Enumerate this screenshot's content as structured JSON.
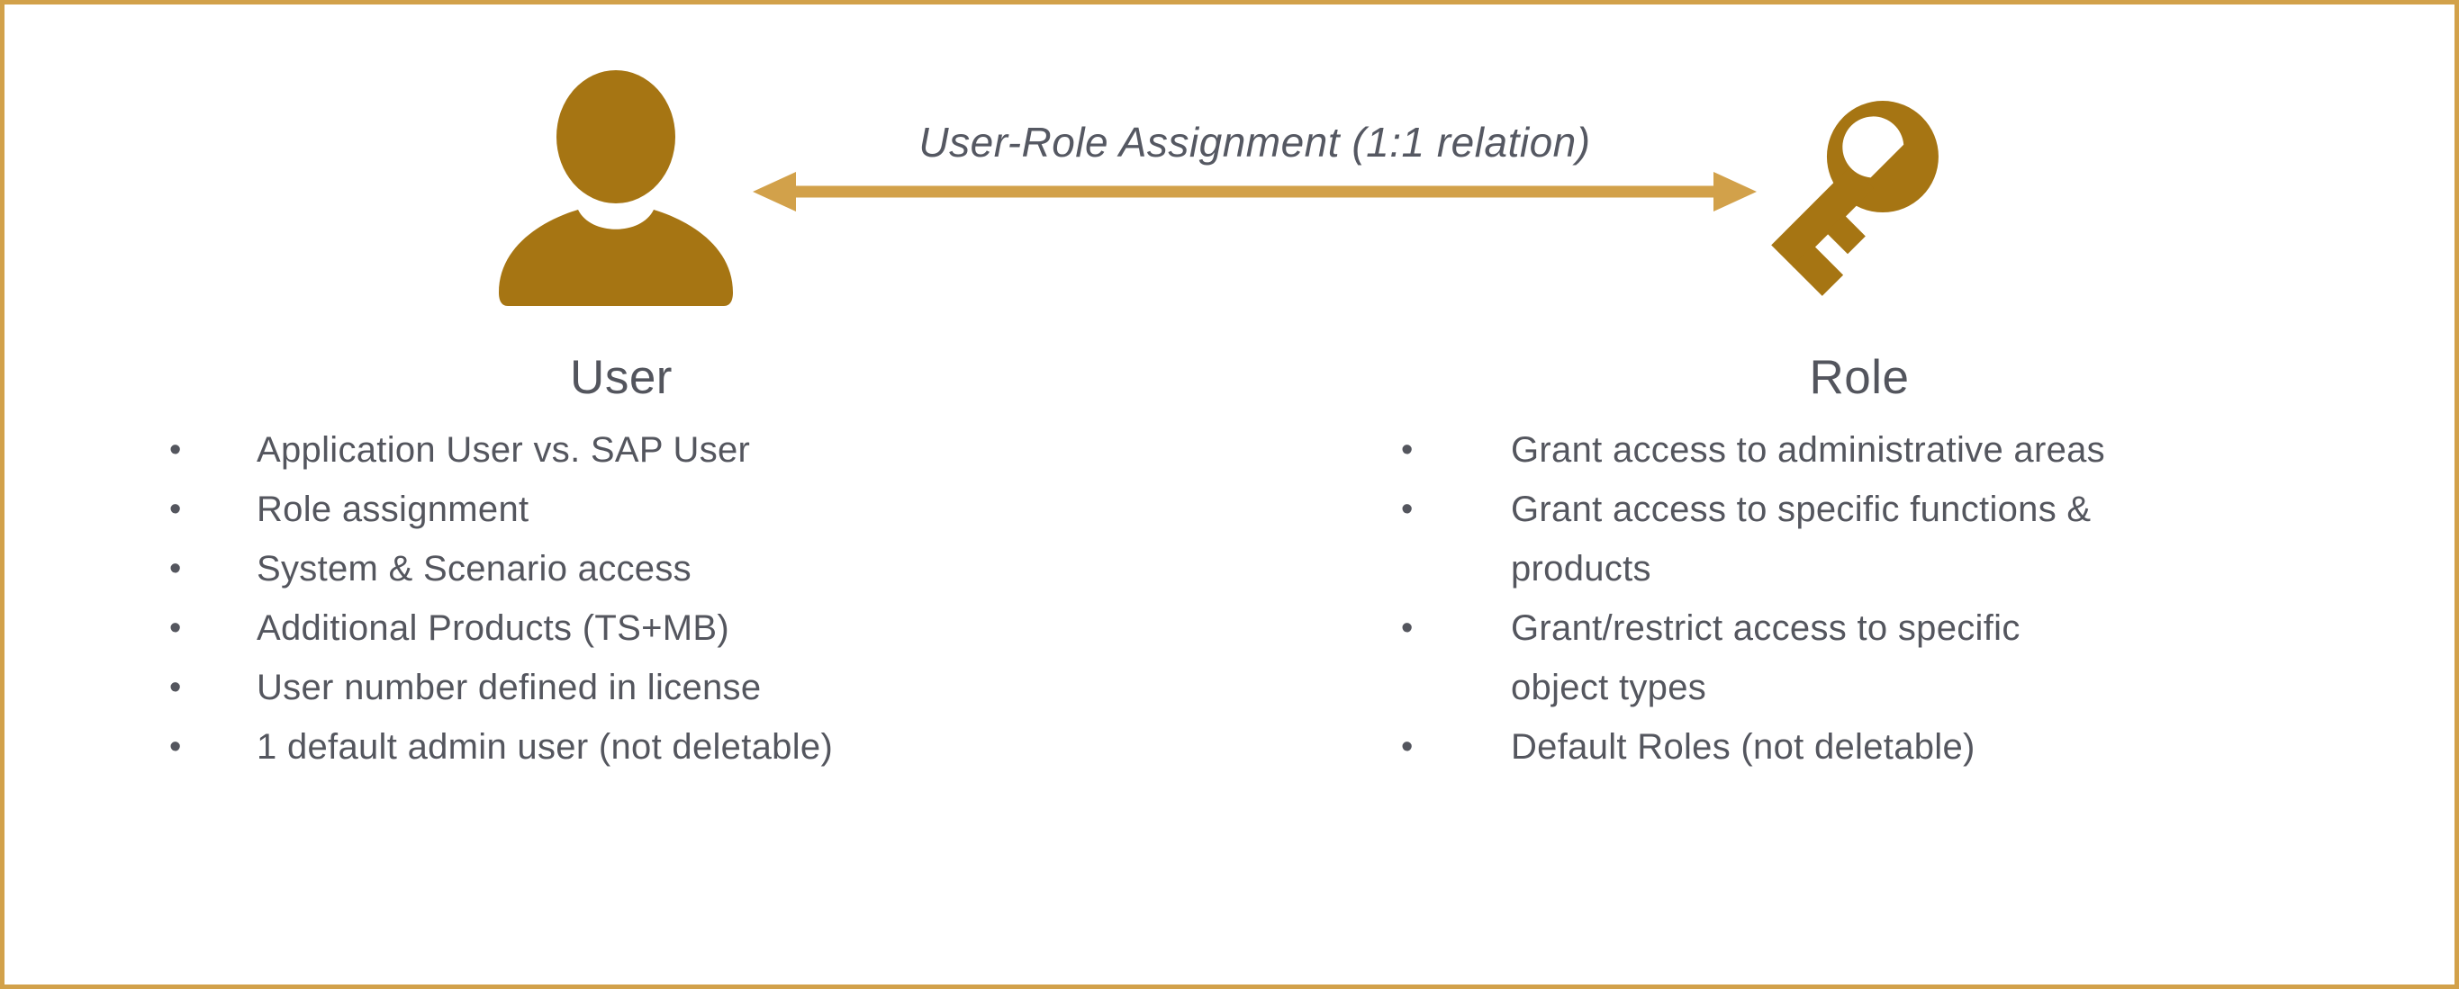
{
  "diagram": {
    "relation": {
      "label": "User-Role Assignment (1:1 relation)"
    },
    "left": {
      "title": "User",
      "icon": "person-icon",
      "items": [
        "Application User vs. SAP User",
        "Role assignment",
        "System & Scenario access",
        "Additional Products (TS+MB)",
        "User number defined in license",
        "1 default admin user (not deletable)"
      ]
    },
    "right": {
      "title": "Role",
      "icon": "key-icon",
      "items": [
        "Grant access to administrative areas",
        "Grant access to specific functions &\nproducts",
        "Grant/restrict access to specific\nobject types",
        "Default Roles (not deletable)"
      ]
    },
    "colors": {
      "icon_gold": "#A67513",
      "accent_gold": "#D2A14A",
      "text_gray": "#54565E"
    }
  }
}
